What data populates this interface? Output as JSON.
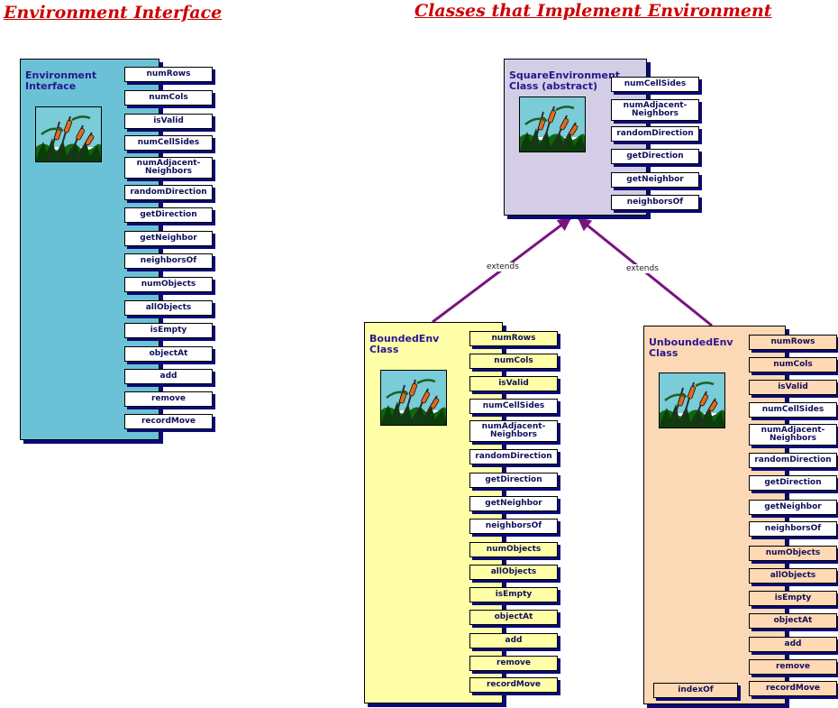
{
  "headings": {
    "left": "Environment Interface",
    "right": "Classes that Implement Environment"
  },
  "edge_labels": [
    "extends",
    "extends"
  ],
  "colors": {
    "heading": "#cc0000",
    "shadow": "#0a0a78",
    "arrow": "#7a1380",
    "interface_fill": "#6bc2d6",
    "square_fill": "#d3cee6",
    "bounded_fill": "#ffffa8",
    "unbounded_fill": "#fcd9b6"
  },
  "boxes": [
    {
      "id": "env-interface",
      "title": "Environment\nInterface",
      "fill": "#6bc2d6",
      "image": "cattails-icon",
      "methods": [
        {
          "label": "numRows",
          "style": "white"
        },
        {
          "label": "numCols",
          "style": "white"
        },
        {
          "label": "isValid",
          "style": "white"
        },
        {
          "label": "numCellSides",
          "style": "white"
        },
        {
          "label": "numAdjacent-\nNeighbors",
          "style": "white"
        },
        {
          "label": "randomDirection",
          "style": "white"
        },
        {
          "label": "getDirection",
          "style": "white"
        },
        {
          "label": "getNeighbor",
          "style": "white"
        },
        {
          "label": "neighborsOf",
          "style": "white"
        },
        {
          "label": "numObjects",
          "style": "white"
        },
        {
          "label": "allObjects",
          "style": "white"
        },
        {
          "label": "isEmpty",
          "style": "white"
        },
        {
          "label": "objectAt",
          "style": "white"
        },
        {
          "label": "add",
          "style": "white"
        },
        {
          "label": "remove",
          "style": "white"
        },
        {
          "label": "recordMove",
          "style": "white"
        }
      ]
    },
    {
      "id": "square-env",
      "title": "SquareEnvironment\nClass (abstract)",
      "fill": "#d3cee6",
      "image": "cattails-icon",
      "methods": [
        {
          "label": "numCellSides",
          "style": "white"
        },
        {
          "label": "numAdjacent-\nNeighbors",
          "style": "white"
        },
        {
          "label": "randomDirection",
          "style": "white"
        },
        {
          "label": "getDirection",
          "style": "white"
        },
        {
          "label": "getNeighbor",
          "style": "white"
        },
        {
          "label": "neighborsOf",
          "style": "white"
        }
      ]
    },
    {
      "id": "bounded-env",
      "title": "BoundedEnv\nClass",
      "fill": "#ffffa8",
      "image": "cattails-icon",
      "methods": [
        {
          "label": "numRows",
          "style": "yellow"
        },
        {
          "label": "numCols",
          "style": "yellow"
        },
        {
          "label": "isValid",
          "style": "yellow"
        },
        {
          "label": "numCellSides",
          "style": "white"
        },
        {
          "label": "numAdjacent-\nNeighbors",
          "style": "white"
        },
        {
          "label": "randomDirection",
          "style": "white"
        },
        {
          "label": "getDirection",
          "style": "white"
        },
        {
          "label": "getNeighbor",
          "style": "white"
        },
        {
          "label": "neighborsOf",
          "style": "white"
        },
        {
          "label": "numObjects",
          "style": "yellow"
        },
        {
          "label": "allObjects",
          "style": "yellow"
        },
        {
          "label": "isEmpty",
          "style": "yellow"
        },
        {
          "label": "objectAt",
          "style": "yellow"
        },
        {
          "label": "add",
          "style": "yellow"
        },
        {
          "label": "remove",
          "style": "yellow"
        },
        {
          "label": "recordMove",
          "style": "yellow"
        }
      ]
    },
    {
      "id": "unbounded-env",
      "title": "UnboundedEnv\nClass",
      "fill": "#fcd9b6",
      "image": "cattails-icon",
      "methods": [
        {
          "label": "numRows",
          "style": "peach"
        },
        {
          "label": "numCols",
          "style": "peach"
        },
        {
          "label": "isValid",
          "style": "peach"
        },
        {
          "label": "numCellSides",
          "style": "white"
        },
        {
          "label": "numAdjacent-\nNeighbors",
          "style": "white"
        },
        {
          "label": "randomDirection",
          "style": "white"
        },
        {
          "label": "getDirection",
          "style": "white"
        },
        {
          "label": "getNeighbor",
          "style": "white"
        },
        {
          "label": "neighborsOf",
          "style": "white"
        },
        {
          "label": "numObjects",
          "style": "peach"
        },
        {
          "label": "allObjects",
          "style": "peach"
        },
        {
          "label": "isEmpty",
          "style": "peach"
        },
        {
          "label": "objectAt",
          "style": "peach"
        },
        {
          "label": "add",
          "style": "peach"
        },
        {
          "label": "remove",
          "style": "peach"
        },
        {
          "label": "recordMove",
          "style": "peach"
        }
      ],
      "extra_methods": [
        {
          "label": "indexOf",
          "style": "peach"
        }
      ]
    }
  ]
}
